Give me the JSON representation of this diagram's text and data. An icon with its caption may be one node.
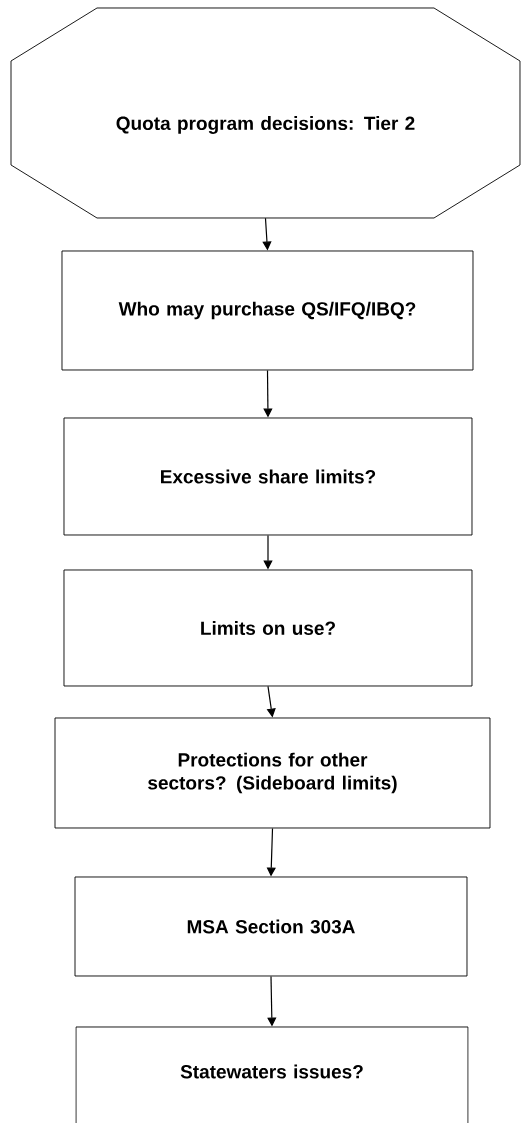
{
  "diagram": {
    "nodes": [
      {
        "text": [
          "Quota program decisions: Tier 2"
        ]
      },
      {
        "text": [
          "Who may purchase QS/IFQ/IBQ?"
        ]
      },
      {
        "text": [
          "Excessive share limits?"
        ]
      },
      {
        "text": [
          "Limits on use?"
        ]
      },
      {
        "text": [
          "Protections for other sectors? (Sideboard limits)"
        ]
      },
      {
        "text": [
          "MSA Section 303A"
        ]
      },
      {
        "text": [
          "Statewaters issues?"
        ]
      }
    ],
    "edges": [
      {
        "from": 0,
        "to": 1,
        "arrow": "to"
      },
      {
        "from": 1,
        "to": 2,
        "arrow": "to"
      },
      {
        "from": 2,
        "to": 3,
        "arrow": "to"
      },
      {
        "from": 3,
        "to": 4,
        "arrow": "to"
      },
      {
        "from": 4,
        "to": 5,
        "arrow": "to"
      },
      {
        "from": 5,
        "to": 6,
        "arrow": "to"
      }
    ]
  }
}
